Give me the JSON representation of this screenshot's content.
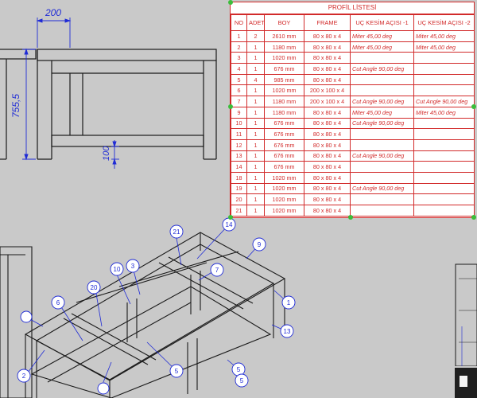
{
  "bom": {
    "title": "PROFİL LİSTESİ",
    "columns": [
      "NO",
      "ADET",
      "BOY",
      "FRAME",
      "UÇ KESİM AÇISI -1",
      "UÇ KESİM AÇISI -2"
    ],
    "rows": [
      [
        "1",
        "2",
        "2610 mm",
        "80 x 80 x 4",
        "Miter 45,00 deg",
        "Miter 45,00 deg"
      ],
      [
        "2",
        "1",
        "1180 mm",
        "80 x 80 x 4",
        "Miter 45,00 deg",
        "Miter 45,00 deg"
      ],
      [
        "3",
        "1",
        "1020 mm",
        "80 x 80 x 4",
        "",
        ""
      ],
      [
        "4",
        "1",
        "676 mm",
        "80 x 80 x 4",
        "Cut Angle 90,00 deg",
        ""
      ],
      [
        "5",
        "4",
        "985 mm",
        "80 x 80 x 4",
        "",
        ""
      ],
      [
        "6",
        "1",
        "1020 mm",
        "200 x 100 x 4",
        "",
        ""
      ],
      [
        "7",
        "1",
        "1180 mm",
        "200 x 100 x 4",
        "Cut Angle 90,00 deg",
        "Cut Angle 90,00 deg"
      ],
      [
        "9",
        "1",
        "1180 mm",
        "80 x 80 x 4",
        "Miter 45,00 deg",
        "Miter 45,00 deg"
      ],
      [
        "10",
        "1",
        "676 mm",
        "80 x 80 x 4",
        "Cut Angle 90,00 deg",
        ""
      ],
      [
        "11",
        "1",
        "676 mm",
        "80 x 80 x 4",
        "",
        ""
      ],
      [
        "12",
        "1",
        "676 mm",
        "80 x 80 x 4",
        "",
        ""
      ],
      [
        "13",
        "1",
        "676 mm",
        "80 x 80 x 4",
        "Cut Angle 90,00 deg",
        ""
      ],
      [
        "14",
        "1",
        "676 mm",
        "80 x 80 x 4",
        "",
        ""
      ],
      [
        "18",
        "1",
        "1020 mm",
        "80 x 80 x 4",
        "",
        ""
      ],
      [
        "19",
        "1",
        "1020 mm",
        "80 x 80 x 4",
        "Cut Angle 90,00 deg",
        ""
      ],
      [
        "20",
        "1",
        "1020 mm",
        "80 x 80 x 4",
        "",
        ""
      ],
      [
        "21",
        "1",
        "1020 mm",
        "80 x 80 x 4",
        "",
        ""
      ]
    ]
  },
  "dimensions": {
    "width_top": "200",
    "height_left": "755,5",
    "height_small": "100"
  },
  "balloons": [
    "14",
    "21",
    "9",
    "10",
    "3",
    "7",
    "20",
    "6",
    "1",
    "13",
    "5",
    "5",
    "5",
    "2"
  ],
  "colors": {
    "drawing": "#1a1a1a",
    "dimension": "#1f2bd6",
    "table": "#d22a2a",
    "background": "#c9c9c9"
  }
}
